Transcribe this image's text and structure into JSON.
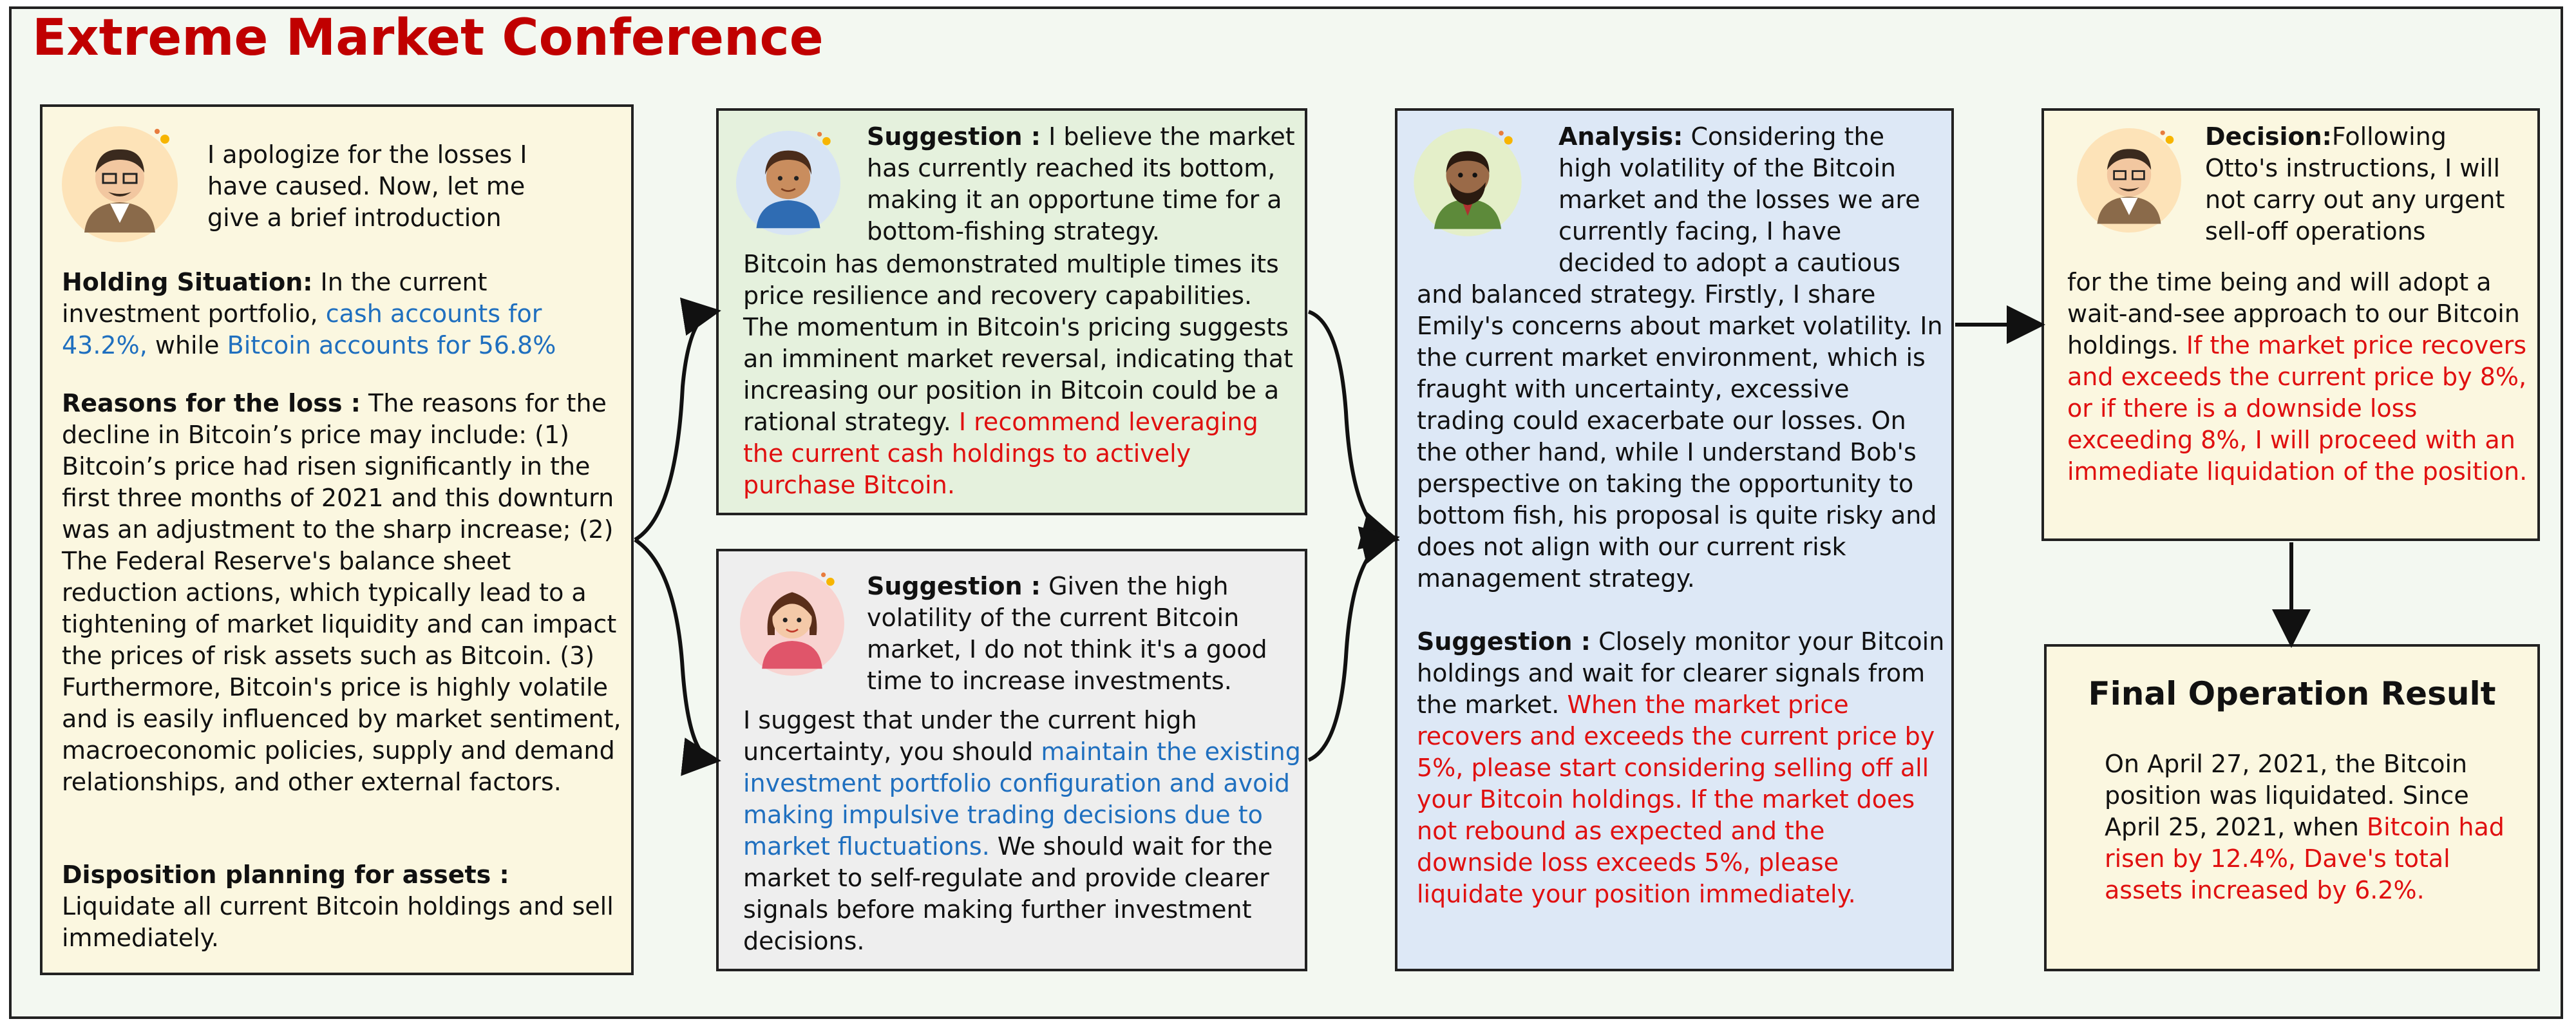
{
  "title": "Extreme Market Conference",
  "box1": {
    "intro": "I apologize for the losses I have caused. Now, let me give a brief introduction",
    "holding_label": "Holding Situation:",
    "holding_text1": " In the current investment portfolio, ",
    "holding_blue1": "cash accounts for 43.2%,",
    "holding_text2": " while ",
    "holding_blue2": "Bitcoin accounts for 56.8%",
    "reasons_label": "Reasons for the loss :",
    "reasons_text": " The reasons for the decline in Bitcoin’s price may include: (1) Bitcoin’s price had risen significantly in the first three months of 2021 and this downturn was an adjustment to the sharp increase; (2) The Federal Reserve's balance sheet reduction actions, which typically lead to a tightening of market liquidity and can impact the prices of risk assets such as Bitcoin. (3) Furthermore, Bitcoin's price is highly volatile and is easily influenced by market sentiment, macroeconomic policies, supply and demand relationships, and other external factors.",
    "disposition_label": "Disposition planning for assets :",
    "disposition_text": "Liquidate all current Bitcoin holdings and sell immediately."
  },
  "box2": {
    "label": "Suggestion :",
    "text1": " I believe the market has currently reached its bottom, making it an opportune time for a bottom-fishing strategy.",
    "text2": "Bitcoin has demonstrated multiple times its price resilience and recovery capabilities. The momentum in Bitcoin's pricing suggests an imminent market reversal, indicating that increasing our position in Bitcoin could be a rational strategy. ",
    "red": "I recommend leveraging the current cash holdings to actively purchase Bitcoin."
  },
  "box3": {
    "label": "Suggestion :",
    "text1": "  Given the high volatility of the current Bitcoin market, I do not think it's a good time to increase investments.",
    "text2": "I suggest that under the current high uncertainty, you should ",
    "blue": "maintain the existing investment portfolio configuration and avoid making impulsive trading decisions due to market fluctuations.",
    "text3": " We should wait for the market to self-regulate and provide clearer signals before making further investment decisions."
  },
  "box4": {
    "label": "Analysis:",
    "text1": " Considering the high volatility of the Bitcoin market and the losses we are currently facing, I have decided to adopt a cautious and balanced strategy. Firstly, I share Emily's concerns about market volatility. In the current market environment, which is fraught with uncertainty, excessive trading could exacerbate our losses. On the other hand, while I understand Bob's perspective on taking the opportunity to bottom fish, his proposal is quite risky and does not align with our current risk management strategy.",
    "label2": "Suggestion :",
    "text2": "  Closely monitor your Bitcoin holdings and wait for clearer signals from the market. ",
    "red": "When the market price recovers and exceeds the current price by 5%, please start considering selling off all your Bitcoin holdings. If the market does not rebound as expected and the downside loss exceeds 5%, please liquidate your position immediately."
  },
  "box5": {
    "label": "Decision:",
    "text1": "Following Otto's instructions, I will not carry out any urgent sell-off operations",
    "text2": "for the time being and will adopt a wait-and-see approach to our Bitcoin holdings. ",
    "red": "If the market price recovers and exceeds the current price by 8%, or if there is a downside loss exceeding 8%, I will proceed with an immediate liquidation of the position."
  },
  "box6": {
    "title": "Final Operation Result",
    "text1": "On April 27, 2021, the Bitcoin position was liquidated. Since April 25, 2021, when ",
    "red": "Bitcoin had risen by 12.4%, Dave's total assets increased by 6.2%."
  },
  "colors": {
    "title": "#c00000",
    "red": "#e01010",
    "blue": "#1f6fbf"
  }
}
